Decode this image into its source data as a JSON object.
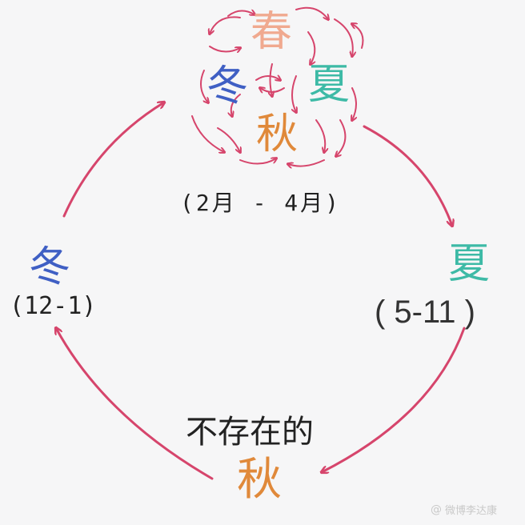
{
  "labels": {
    "spring_center": "春",
    "summer_center": "夏",
    "winter_center": "冬",
    "autumn_center": "秋",
    "spring_range": "(2月 - 4月)",
    "summer": "夏",
    "summer_range": "( 5-11 )",
    "winter": "冬",
    "winter_range": "(12-1)",
    "autumn_text": "不存在的",
    "autumn": "秋"
  },
  "watermark": {
    "icon": "weibo-at-icon",
    "text": "微博李达康"
  },
  "colors": {
    "arrow": "#d6456c",
    "spring": "#f0a98f",
    "summer": "#3dbaa6",
    "winter": "#3f5fc4",
    "autumn": "#e0893a",
    "background": "#f6f6f7"
  }
}
